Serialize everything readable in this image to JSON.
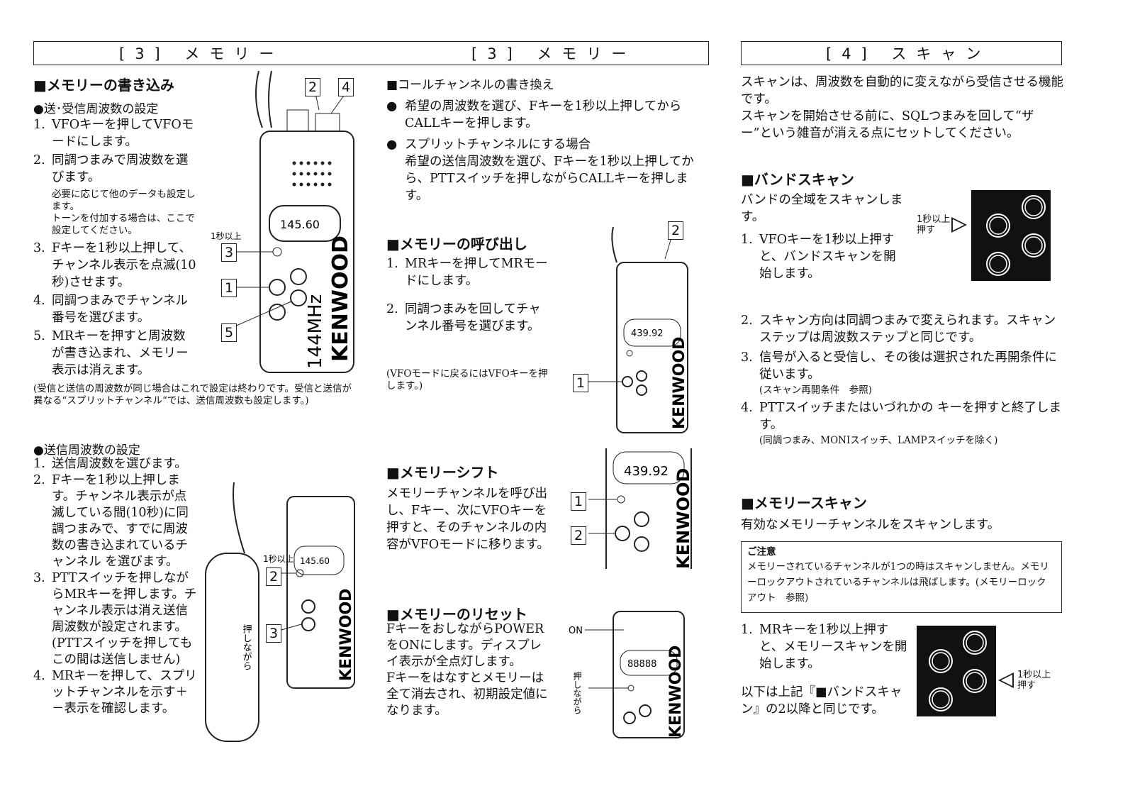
{
  "headers": {
    "left": "[3] メモリー",
    "mid": "[3] メモリー",
    "right": "[4] スキャン"
  },
  "col1": {
    "s1_title": "■メモリーの書き込み",
    "s1_sub": "●送･受信周波数の設定",
    "s1_items": [
      {
        "n": "1.",
        "t": "VFOキーを押してVFOモードにします。"
      },
      {
        "n": "2.",
        "t": "同調つまみで周波数を選びます。"
      },
      {
        "n": "3.",
        "t": "Fキーを1秒以上押して、チャンネル表示を点滅(10秒)させます。"
      },
      {
        "n": "4.",
        "t": "同調つまみでチャンネル番号を選びます。"
      },
      {
        "n": "5.",
        "t": "MRキーを押すと周波数が書き込まれ、メモリー表示は消えます。"
      }
    ],
    "s1_note1": "必要に応じて他のデータも設定します。",
    "s1_note2": "トーンを付加する場合は、ここで設定してください。",
    "s1_foot": "(受信と送信の周波数が同じ場合はこれで設定は終わりです。受信と送信が異なる“スプリットチャンネル“では、送信周波数も設定します。)",
    "s2_sub": "●送信周波数の設定",
    "s2_items": [
      {
        "n": "1.",
        "t": "送信周波数を選びます。"
      },
      {
        "n": "2.",
        "t": "Fキーを1秒以上押します。チャンネル表示が点滅している間(10秒)に同調つまみで、すでに周波数の書き込まれているチャンネル を選びます。"
      },
      {
        "n": "3.",
        "t": "PTTスイッチを押しながらMRキーを押します。チャンネル表示は消え送信周波数が設定されます。(PTTスイッチを押してもこの間は送信しません)"
      },
      {
        "n": "4.",
        "t": "MRキーを押して、スプリットチャンネルを示す＋－表示を確認します。"
      }
    ]
  },
  "col2": {
    "s1_title": "■コールチャンネルの書き換え",
    "s1_b1": "希望の周波数を選び、Fキーを1秒以上押してからCALLキーを押します。",
    "s1_b2a": "スプリットチャンネルにする場合",
    "s1_b2b": "希望の送信周波数を選び、Fキーを1秒以上押してから、PTTスイッチを押しながらCALLキーを押します。",
    "s2_title": "■メモリーの呼び出し",
    "s2_items": [
      {
        "n": "1.",
        "t": "MRキーを押してMRモードにします。"
      },
      {
        "n": "2.",
        "t": "同調つまみを回してチャンネル番号を選びます。"
      }
    ],
    "s2_note": "(VFOモードに戻るにはVFOキーを押します。)",
    "s3_title": "■メモリーシフト",
    "s3_text": "メモリーチャンネルを呼び出し、Fキー、次にVFOキーを押すと、そのチャンネルの内容がVFOモードに移ります。",
    "s4_title": "■メモリーのリセット",
    "s4_text1": "FキーをおしながらPOWERをONにします。ディスプレイ表示が全点灯します。",
    "s4_text2": "Fキーをはなすとメモリーは全て消去され、初期設定値になります。"
  },
  "col3": {
    "intro1": "スキャンは、周波数を自動的に変えながら受信させる機能です。",
    "intro2": "スキャンを開始させる前に、SQLつまみを回して“ザー”という雑音が消える点にセットしてください。",
    "s1_title": "■バンドスキャン",
    "s1_text": "バンドの全域をスキャンします。",
    "s1_items": [
      {
        "n": "1.",
        "t": "VFOキーを1秒以上押すと、バンドスキャンを開始します。"
      }
    ],
    "s1_items2": [
      {
        "n": "2.",
        "t": "スキャン方向は同調つまみで変えられます。スキャンステップは周波数ステップと同じです。"
      },
      {
        "n": "3.",
        "t": "信号が入ると受信し、その後は選択された再開条件に従います。"
      },
      {
        "n": "4.",
        "t": "PTTスイッチまたはいづれかの キーを押すと終了します。"
      }
    ],
    "s1_note3": "(スキャン再開条件　参照)",
    "s1_note4": "(同調つまみ、MONIスイッチ、LAMPスイッチを除く)",
    "press_label1": "1秒以上",
    "press_label2": "押す",
    "s2_title": "■メモリースキャン",
    "s2_text": "有効なメモリーチャンネルをスキャンします。",
    "caution_title": "ご注意",
    "caution_text": "メモリーされているチャンネルが1つの時はスキャンしません。メモリーロックアウトされているチャンネルは飛ばします。(メモリーロックアウト　参照)",
    "s2_items": [
      {
        "n": "1.",
        "t": "MRキーを1秒以上押すと、メモリースキャンを開始します。"
      }
    ],
    "s2_tail": "以下は上記『■バンドスキャン』の2以降と同じです。"
  },
  "radio": {
    "brand": "KENWOOD",
    "model": "144MHz",
    "disp1": "145.60",
    "disp2": "439.92",
    "disp3": "439.92",
    "disp4": "88888",
    "lbl_1sec": "1秒以上",
    "lbl_on": "ON",
    "lbl_press": "押しながら",
    "n1": "1",
    "n2": "2",
    "n3": "3",
    "n4": "4",
    "n5": "5"
  }
}
